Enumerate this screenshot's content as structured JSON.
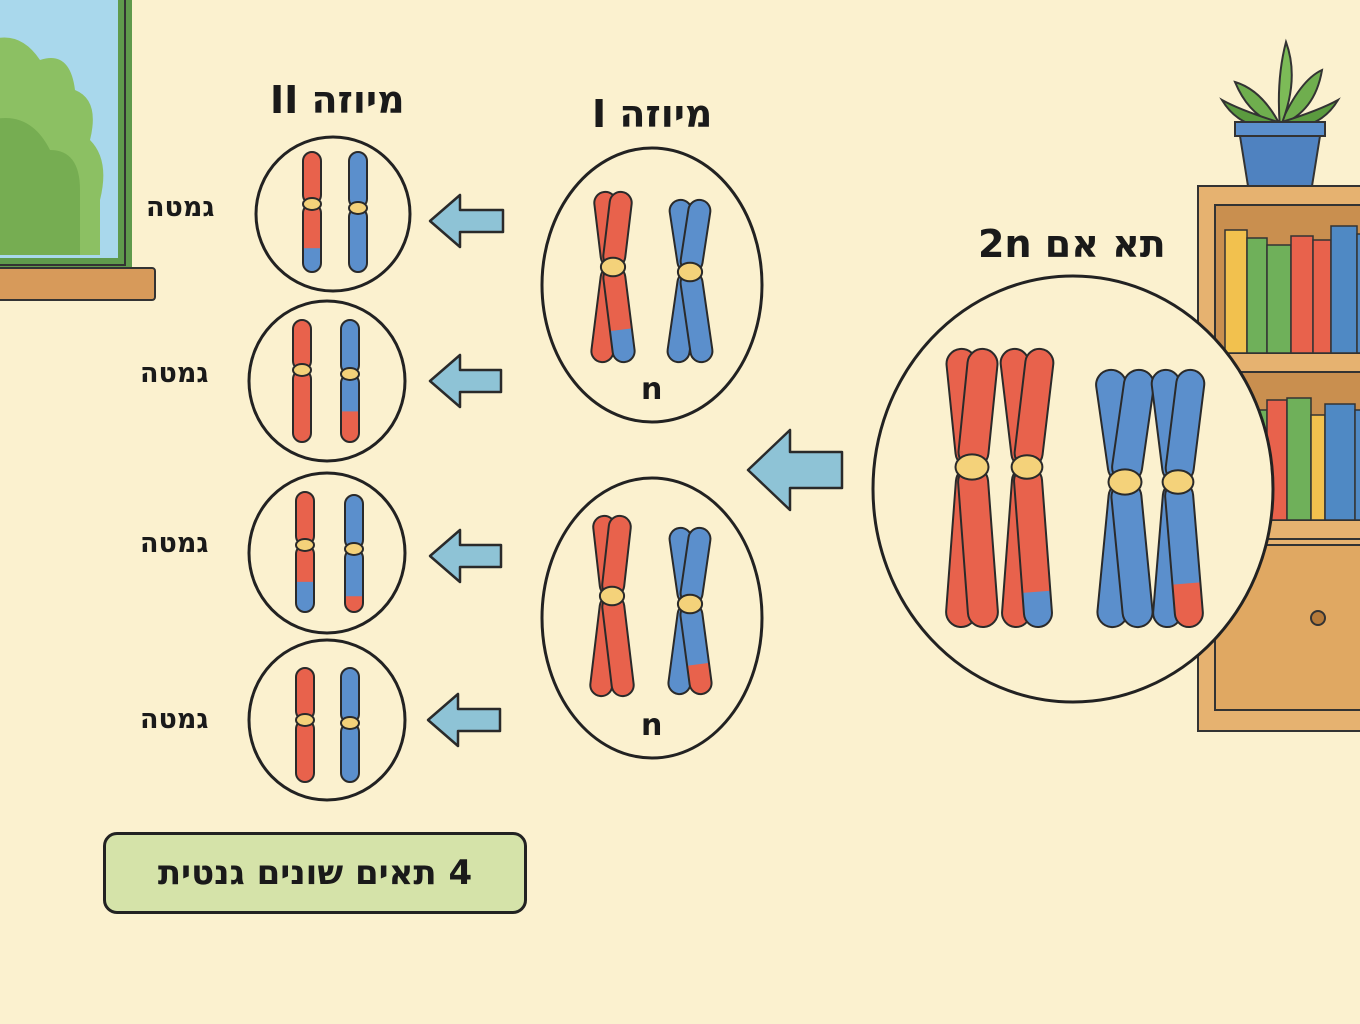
{
  "labels": {
    "mother_cell": "תא אם 2n",
    "meiosis_1": "מיוזה I",
    "meiosis_2": "מיוזה II",
    "n_top": "n",
    "n_bottom": "n",
    "gametes": [
      "גמטה",
      "גמטה",
      "גמטה",
      "גמטה"
    ],
    "summary": "4 תאים שונים גנטית"
  },
  "colors": {
    "background": "#fbf1cf",
    "chromosome_red": "#e8624c",
    "chromosome_blue": "#5b8fcc",
    "centromere": "#f4d27a",
    "arrow": "#8ec3d6",
    "summary_box": "#d5e3a9"
  },
  "decor": {
    "window": "window-with-trees",
    "plant": "potted-plant-icon",
    "shelf": "bookshelf-with-books"
  }
}
